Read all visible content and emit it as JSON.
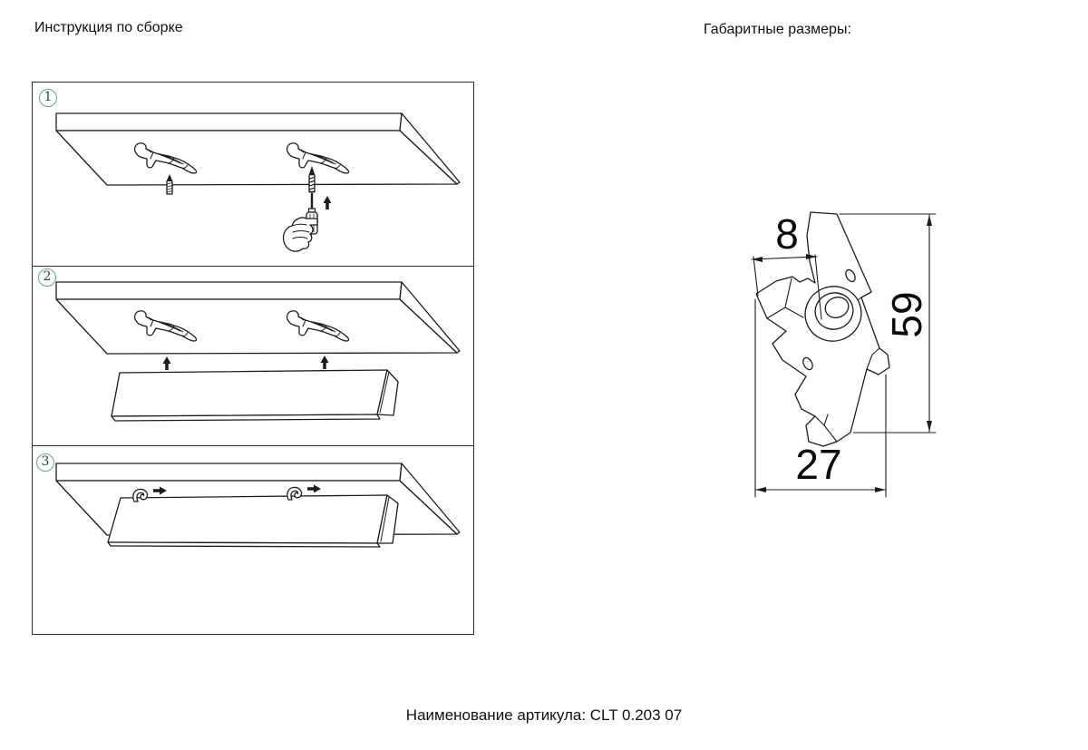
{
  "page": {
    "title_left": "Инструкция по сборке",
    "title_right": "Габаритные размеры:",
    "footer_label": "Наименование артикула: CLT 0.203 07"
  },
  "steps": [
    {
      "number": "1"
    },
    {
      "number": "2"
    },
    {
      "number": "3"
    }
  ],
  "dimensions": {
    "tab": "8",
    "height": "59",
    "width": "27"
  },
  "colors": {
    "line": "#1c1c1c",
    "step_circle": "#57a99c",
    "text": "#111111"
  }
}
